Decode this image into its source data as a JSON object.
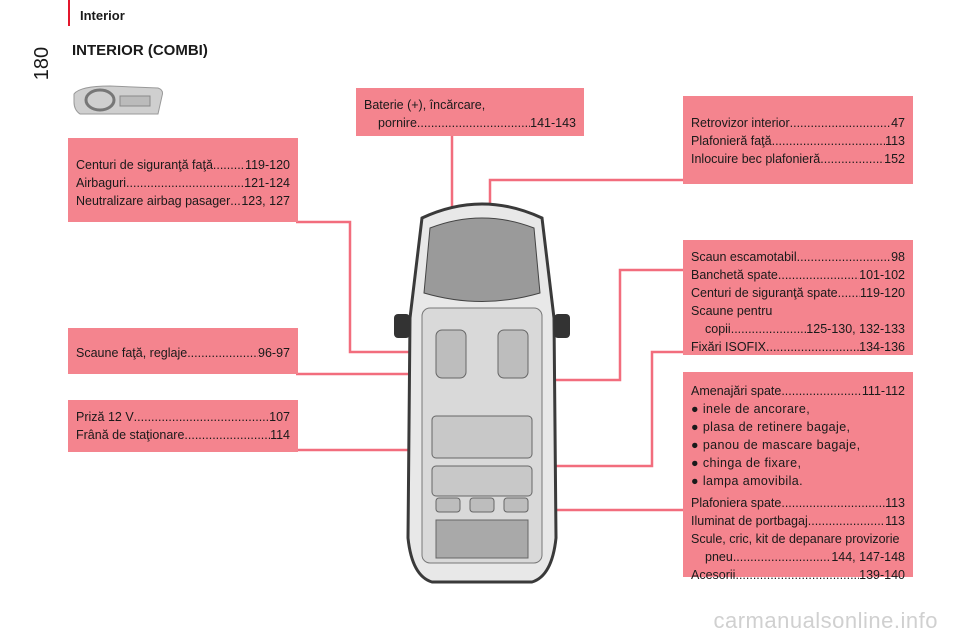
{
  "header": {
    "section": "Interior",
    "page_number": "180",
    "title": "INTERIOR (COMBI)"
  },
  "boxes": {
    "baterie": {
      "lines": [
        {
          "label": "Baterie (+), încărcare,",
          "pages": ""
        },
        {
          "label": "pornire",
          "pages": "141-143",
          "indent": true
        }
      ]
    },
    "retrovizor": {
      "lines": [
        {
          "label": "Retrovizor interior",
          "pages": "47"
        },
        {
          "label": "Plafonieră faţă",
          "pages": "113"
        },
        {
          "label": "Inlocuire bec plafonieră",
          "pages": "152"
        }
      ]
    },
    "centuri": {
      "lines": [
        {
          "label": "Centuri de siguranţă faţă",
          "pages": "119-120"
        },
        {
          "label": "Airbaguri",
          "pages": "121-124"
        },
        {
          "label": "Neutralizare airbag pasager",
          "pages": "123, 127"
        }
      ]
    },
    "scaun": {
      "lines": [
        {
          "label": "Scaun escamotabil",
          "pages": "98"
        },
        {
          "label": "Banchetă spate",
          "pages": "101-102"
        },
        {
          "label": "Centuri de siguranţă spate",
          "pages": "119-120"
        },
        {
          "label": "Scaune pentru",
          "pages": ""
        },
        {
          "label": "copii",
          "pages": "125-130, 132-133",
          "indent": true
        },
        {
          "label": "Fixări ISOFIX",
          "pages": "134-136"
        }
      ]
    },
    "scaunefata": {
      "lines": [
        {
          "label": "Scaune faţă, reglaje",
          "pages": "96-97"
        }
      ]
    },
    "priza": {
      "lines": [
        {
          "label": "Priză 12 V",
          "pages": "107"
        },
        {
          "label": "Frână de staţionare",
          "pages": "114"
        }
      ]
    },
    "amenajari": {
      "top": {
        "label": "Amenajări spate",
        "pages": "111-112"
      },
      "bullets": [
        "● inele de ancorare,",
        "● plasa de retinere bagaje,",
        "● panou de mascare bagaje,",
        "● chinga de fixare,",
        "● lampa amovibila."
      ],
      "lines": [
        {
          "label": "Plafoniera spate",
          "pages": "113"
        },
        {
          "label": "Iluminat de portbagaj",
          "pages": "113"
        },
        {
          "label": "Scule, cric, kit de depanare provizorie",
          "pages": ""
        },
        {
          "label": "pneu",
          "pages": "144, 147-148",
          "indent": true
        },
        {
          "label": "Acesorii",
          "pages": "139-140"
        }
      ]
    }
  },
  "footer": {
    "watermark": "carmanualsonline.info"
  },
  "colors": {
    "accent_red": "#e3172c",
    "box_pink": "#f4848e",
    "leader_line": "#f26d7d"
  }
}
